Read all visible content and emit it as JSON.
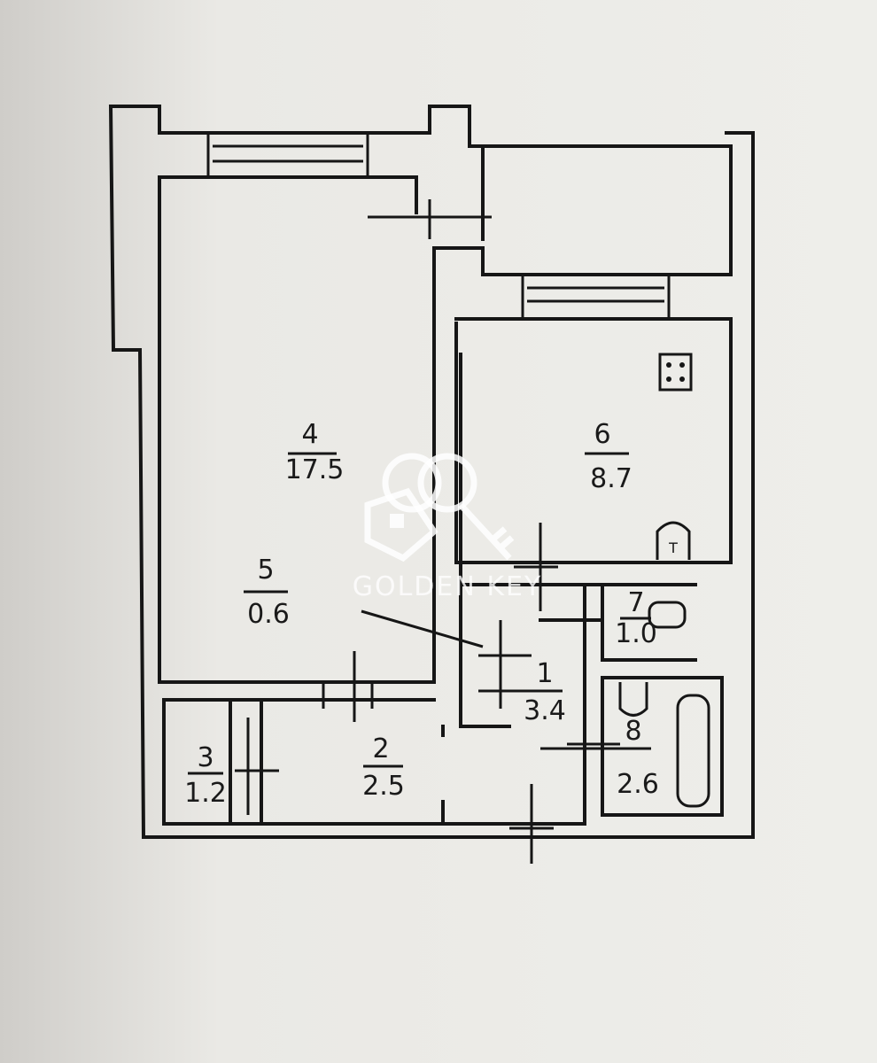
{
  "rooms": [
    {
      "number": "4",
      "area": "17.5"
    },
    {
      "number": "6",
      "area": "8.7"
    },
    {
      "number": "5",
      "area": "0.6"
    },
    {
      "number": "1",
      "area": "3.4"
    },
    {
      "number": "7",
      "area": "1.0"
    },
    {
      "number": "8",
      "area": "2.6"
    },
    {
      "number": "2",
      "area": "2.5"
    },
    {
      "number": "3",
      "area": "1.2"
    }
  ],
  "fixtures": {
    "toilet_label": "T"
  },
  "watermark": {
    "brand": "GOLDEN KEY"
  }
}
